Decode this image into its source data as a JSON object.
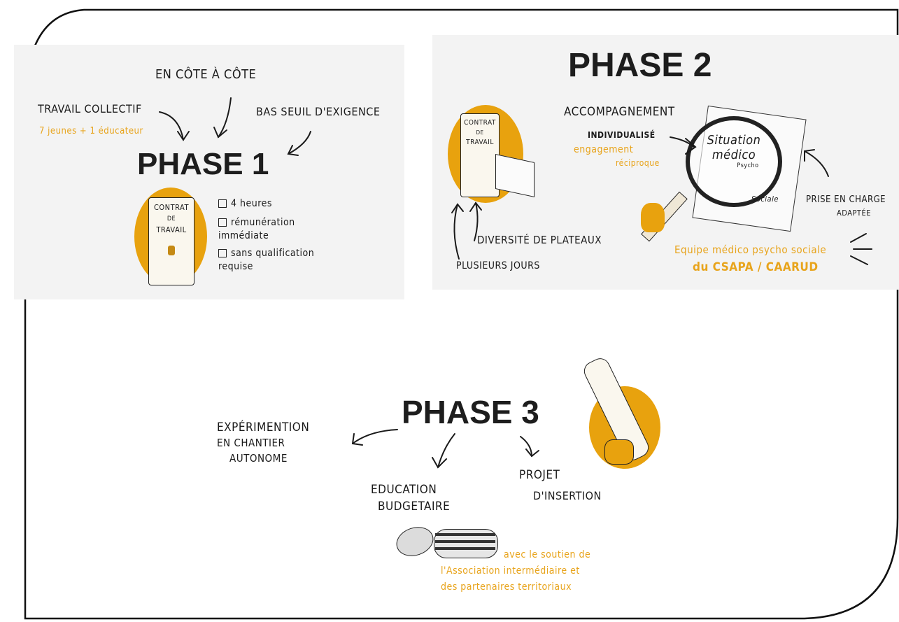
{
  "colors": {
    "accent": "#e8a20e",
    "ink": "#1a1a1a",
    "panel": "#f3f3f3"
  },
  "phase1": {
    "title": "PHASE 1",
    "top_label": "EN CÔTE À CÔTE",
    "left_label": "TRAVAIL COLLECTIF",
    "left_sublabel": "7 jeunes + 1 éducateur",
    "right_label": "BAS SEUIL D'EXIGENCE",
    "contract_lines": [
      "CONTRAT",
      "DE",
      "TRAVAIL"
    ],
    "checklist": [
      "4 heures",
      "rémunération immédiate",
      "sans qualification requise"
    ]
  },
  "phase2": {
    "title": "PHASE 2",
    "contract_lines": [
      "CONTRAT",
      "DE",
      "TRAVAIL"
    ],
    "accompaniment": "ACCOMPAGNEMENT",
    "individual": "INDIVIDUALISÉ",
    "engagement": "engagement",
    "reciprocal": "réciproque",
    "magnifier_lines": [
      "Situation",
      "médico",
      "Psycho",
      "Sociale"
    ],
    "care_line1": "PRISE EN CHARGE",
    "care_line2": "ADAPTÉE",
    "diversity": "DIVERSITÉ DE PLATEAUX",
    "days": "PLUSIEURS JOURS",
    "team_line1": "Equipe médico psycho sociale",
    "team_line2": "du CSAPA / CAARUD"
  },
  "phase3": {
    "title": "PHASE 3",
    "experiment_lines": [
      "EXPÉRIMENTION",
      "EN CHANTIER",
      "AUTONOME"
    ],
    "budget_lines": [
      "EDUCATION",
      "BUDGETAIRE"
    ],
    "project_lines": [
      "PROJET",
      "D'INSERTION"
    ],
    "support_lines": [
      "avec le soutien de",
      "l'Association intermédiaire et",
      "des partenaires territoriaux"
    ]
  }
}
